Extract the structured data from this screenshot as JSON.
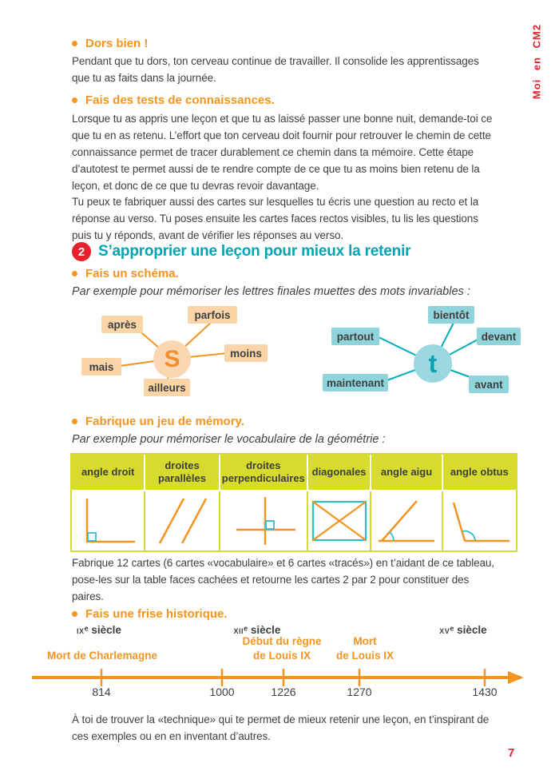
{
  "colors": {
    "orange": "#f5941e",
    "teal": "#00a5b4",
    "red": "#e5212e",
    "yellow_green": "#d7db2d",
    "peach_box": "#fad5a8",
    "teal_box": "#8fd3db",
    "body_text": "#3f3f3f"
  },
  "side_tab": {
    "label": "Moi en CM2"
  },
  "page_number": "7",
  "tips": {
    "sleep": {
      "title": "Dors bien !",
      "body": "Pendant que tu dors, ton cerveau continue de travailler. Il consolide les apprentissages que tu as faits dans la journée."
    },
    "tests": {
      "title": "Fais des tests de connaissances.",
      "para1": "Lorsque tu as appris une leçon et que tu as laissé passer une bonne nuit, demande-toi ce que tu en as retenu. L’effort que ton cerveau doit fournir pour retrouver le chemin de cette connaissance permet de tracer durablement ce chemin dans ta mémoire. Cette étape d’autotest te permet aussi de te rendre compte de ce que tu as moins bien retenu de la leçon, et donc de ce que tu devras revoir davantage.",
      "para2": "Tu peux te fabriquer aussi des cartes sur lesquelles tu écris une question au recto et la réponse au verso. Tu poses ensuite les cartes faces rectos visibles, tu lis les questions puis tu y réponds, avant de vérifier les réponses au verso."
    }
  },
  "section2": {
    "number": "2",
    "title": "S’approprier une leçon pour mieux la retenir"
  },
  "schema": {
    "title": "Fais un schéma.",
    "intro": "Par exemple pour mémoriser les lettres finales muettes des mots invariables :",
    "s_center": "S",
    "s_words": [
      "après",
      "parfois",
      "moins",
      "mais",
      "ailleurs"
    ],
    "t_center": "t",
    "t_words": [
      "bientôt",
      "partout",
      "devant",
      "maintenant",
      "avant"
    ]
  },
  "memory": {
    "title": "Fabrique un jeu de mémory.",
    "intro": "Par exemple pour mémoriser le vocabulaire de la géométrie :",
    "headers": [
      "angle droit",
      "droites parallèles",
      "droites perpendiculaires",
      "diagonales",
      "angle aigu",
      "angle obtus"
    ],
    "drawings": [
      "angle-droit",
      "droites-paralleles",
      "droites-perpendiculaires",
      "diagonales",
      "angle-aigu",
      "angle-obtus"
    ],
    "after": "Fabrique 12 cartes (6 cartes «vocabulaire» et 6 cartes «tracés») en t’aidant de ce tableau, pose-les sur la table faces cachées et retourne les cartes 2 par 2 pour constituer des paires."
  },
  "frise": {
    "title": "Fais une frise historique.",
    "centuries": [
      {
        "numeral": "ix",
        "rest": "ᵉ siècle"
      },
      {
        "numeral": "xii",
        "rest": "ᵉ siècle"
      },
      {
        "numeral": "xv",
        "rest": "ᵉ siècle"
      }
    ],
    "events": [
      {
        "line1": "Mort de Charlemagne",
        "line2": ""
      },
      {
        "line1": "Début du règne",
        "line2": "de Louis IX"
      },
      {
        "line1": "Mort",
        "line2": "de Louis IX"
      }
    ],
    "years": [
      "814",
      "1000",
      "1226",
      "1270",
      "1430"
    ]
  },
  "closing": "À toi de trouver la «technique» qui te permet de mieux retenir une leçon, en t’inspirant de ces exemples ou en en inventant d’autres."
}
